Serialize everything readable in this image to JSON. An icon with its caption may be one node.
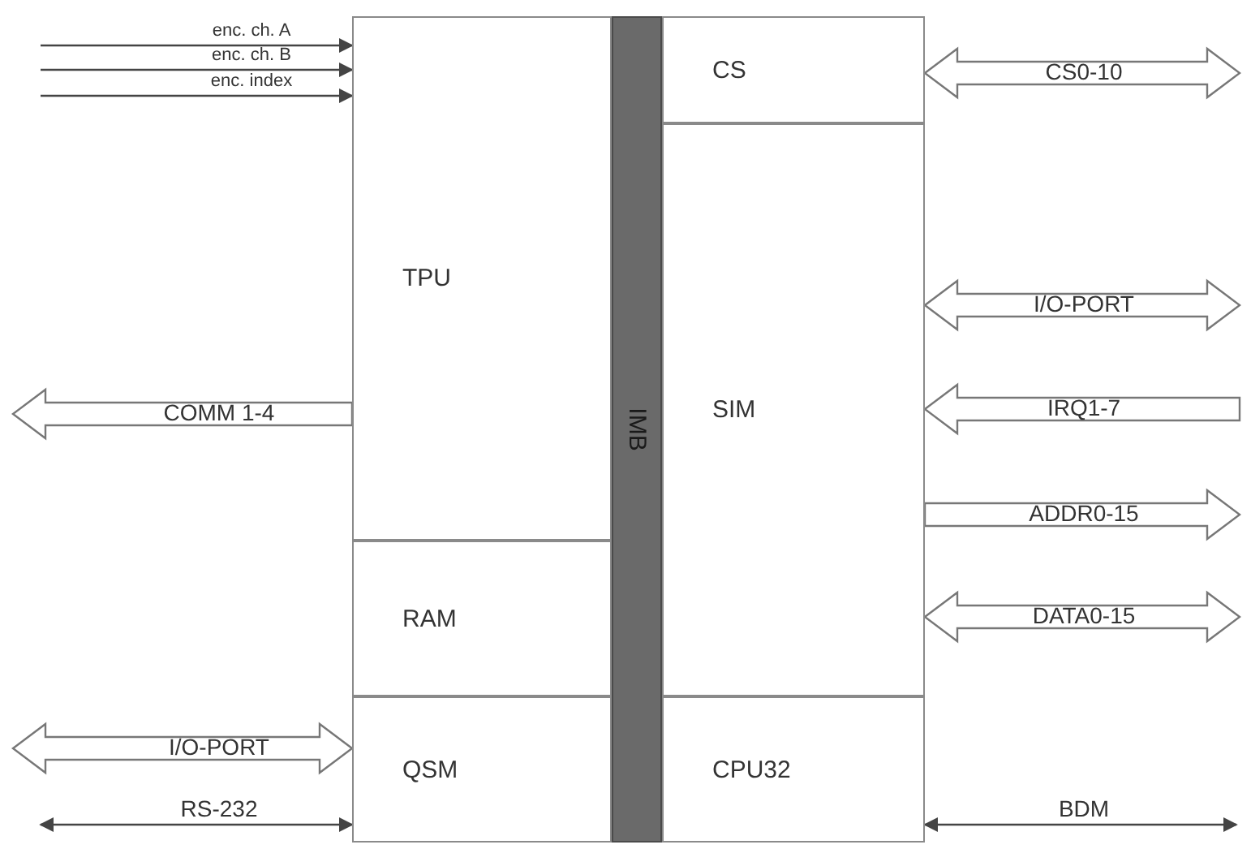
{
  "diagram": {
    "nodes": [
      {
        "text": [
          "TPU"
        ]
      },
      {
        "text": [
          "RAM"
        ]
      },
      {
        "text": [
          "QSM"
        ]
      },
      {
        "text": [
          "IMB"
        ]
      },
      {
        "text": [
          "CS"
        ]
      },
      {
        "text": [
          "SIM"
        ]
      },
      {
        "text": [
          "CPU32"
        ]
      }
    ],
    "edges": [
      {
        "from": null,
        "to": 0,
        "arrow": "to",
        "label": "enc. ch. A"
      },
      {
        "from": null,
        "to": 0,
        "arrow": "to",
        "label": "enc. ch. B"
      },
      {
        "from": null,
        "to": 0,
        "arrow": "to",
        "label": "enc. index"
      },
      {
        "from": 0,
        "to": null,
        "arrow": "to",
        "label": "COMM 1-4"
      },
      {
        "from": 2,
        "to": null,
        "arrow": "both",
        "label": "I/O-PORT"
      },
      {
        "from": 2,
        "to": null,
        "arrow": "both",
        "label": "RS-232"
      },
      {
        "from": 4,
        "to": null,
        "arrow": "both",
        "label": "CS0-10"
      },
      {
        "from": 5,
        "to": null,
        "arrow": "both",
        "label": "I/O-PORT"
      },
      {
        "from": null,
        "to": 5,
        "arrow": "to",
        "label": "IRQ1-7"
      },
      {
        "from": 5,
        "to": null,
        "arrow": "to",
        "label": "ADDR0-15"
      },
      {
        "from": 5,
        "to": null,
        "arrow": "both",
        "label": "DATA0-15"
      },
      {
        "from": 6,
        "to": null,
        "arrow": "both",
        "label": "BDM"
      }
    ]
  }
}
